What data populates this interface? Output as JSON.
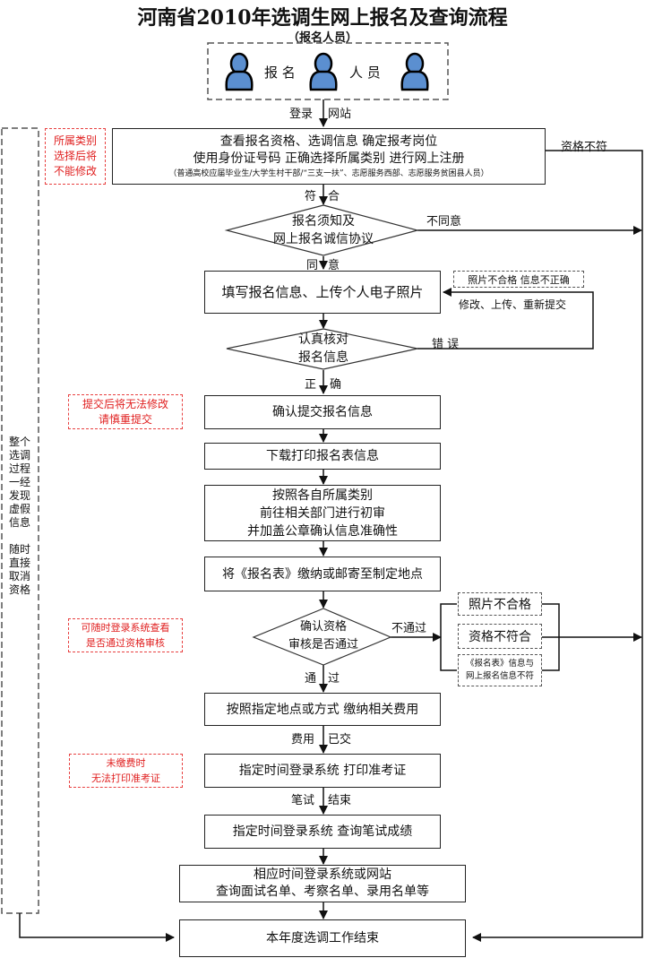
{
  "title": "河南省2010年选调生网上报名及查询流程",
  "subtitle": "（报名人员）",
  "actor": {
    "label_part1": "报 名",
    "label_part2": "人 员",
    "icon": "person-icon"
  },
  "edges": {
    "login_left": "登录",
    "login_right": "网站",
    "qualified_left": "符",
    "qualified_right": "合",
    "agree_left": "同",
    "agree_right": "意",
    "disagree": "不同意",
    "unqualified": "资格不符",
    "correct_left": "正",
    "correct_right": "确",
    "error": "错 误",
    "fix_note": "修改、上传、重新提交",
    "fail": "不通过",
    "pass_left": "通",
    "pass_right": "过",
    "fee_left": "费用",
    "fee_right": "已交",
    "exam_left": "笔试",
    "exam_right": "结束"
  },
  "steps": {
    "view_info": {
      "line1": "查看报名资格、选调信息 确定报考岗位",
      "line2": "使用身份证号码 正确选择所属类别 进行网上注册",
      "line3": "（普通高校应届毕业生/大学生村干部/“三支一扶”、志愿服务西部、志愿服务贫困县人员）"
    },
    "agreement": {
      "line1": "报名须知及",
      "line2": "网上报名诚信协议"
    },
    "fill_info": "填写报名信息、上传个人电子照片",
    "verify": {
      "line1": "认真核对",
      "line2": "报名信息"
    },
    "confirm_submit": "确认提交报名信息",
    "download_print": "下载打印报名表信息",
    "initial_review": {
      "line1": "按照各自所属类别",
      "line2": "前往相关部门进行初审",
      "line3": "并加盖公章确认信息准确性"
    },
    "mail_form": "将《报名表》缴纳或邮寄至制定地点",
    "qualification": {
      "line1": "确认资格",
      "line2": "审核是否通过"
    },
    "pay_fee": "按照指定地点或方式 缴纳相关费用",
    "print_ticket": "指定时间登录系统 打印准考证",
    "query_score": "指定时间登录系统 查询笔试成绩",
    "query_lists": {
      "line1": "相应时间登录系统或网站",
      "line2": "查询面试名单、考察名单、录用名单等"
    },
    "end": "本年度选调工作结束"
  },
  "fail_reasons": {
    "photo_error_note": "照片不合格 信息不正确",
    "photo": "照片不合格",
    "qualification": "资格不符合",
    "form_mismatch_line1": "《报名表》信息与",
    "form_mismatch_line2": "网上报名信息不符"
  },
  "notes": {
    "category_locked": {
      "line1": "所属类别",
      "line2": "选择后将",
      "line3": "不能修改"
    },
    "submit_locked": {
      "line1": "提交后将无法修改",
      "line2": "请慎重提交"
    },
    "check_anytime": {
      "line1": "可随时登录系统查看",
      "line2": "是否通过资格审核"
    },
    "unpaid": {
      "line1": "未缴费时",
      "line2": "无法打印准考证"
    },
    "false_info": {
      "lines": [
        "整个",
        "选调",
        "过程",
        "一经",
        "发现",
        "虚假",
        "信息",
        "",
        "随时",
        "直接",
        "取消",
        "资格"
      ]
    }
  },
  "colors": {
    "note_red": "#e02020",
    "person_blue": "#5b8fd0",
    "line": "#111111"
  }
}
